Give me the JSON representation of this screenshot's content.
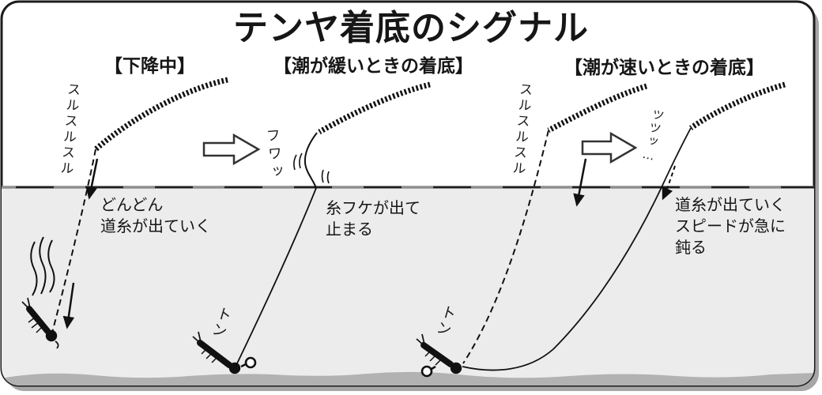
{
  "title": "テンヤ着底のシグナル",
  "colors": {
    "ink": "#161616",
    "water": "#ececec",
    "seabed": "#b2b2b2",
    "frame_shadow": "#a6a6a6"
  },
  "panels": [
    {
      "header": "【下降中】",
      "line_sfx": "スルスルスル",
      "note": "どんどん\n道糸が出ていく"
    },
    {
      "header": "【潮が緩いときの着底】",
      "slack_sfx": "フワッ",
      "note": "糸フケが出て\n止まる",
      "bottom_sfx": "トン"
    },
    {
      "header": "【潮が速いときの着底】",
      "line_sfx": "スルスルスル",
      "slow_sfx": "ツツッ…",
      "note": "道糸が出ていく\nスピードが急に\n鈍る",
      "bottom_sfx": "トン"
    }
  ]
}
